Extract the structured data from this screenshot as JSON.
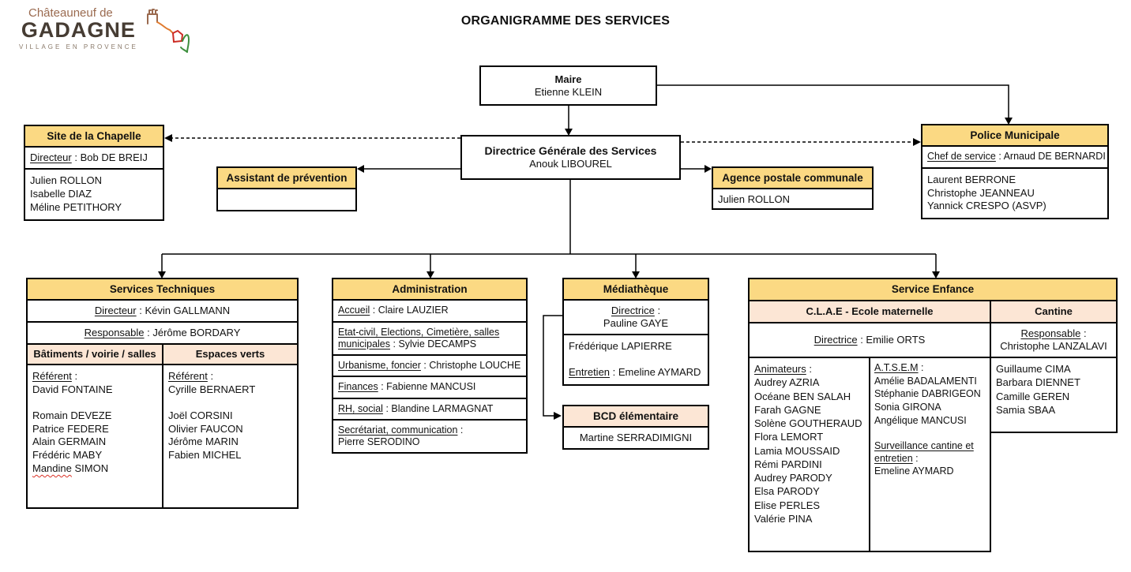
{
  "page": {
    "title": "ORGANIGRAMME DES SERVICES"
  },
  "ui": {
    "sep": " : ",
    "colon": " :"
  },
  "colors": {
    "header_yellow": "#fbd983",
    "header_peach": "#fce6d5",
    "border_black": "#000000",
    "logo_brown": "#9a6a4f",
    "logo_dark": "#463c33",
    "squiggle_red": "#d93025"
  },
  "logo": {
    "line1": "Châteauneuf de",
    "line2": "GADAGNE",
    "line3": "VILLAGE EN PROVENCE"
  },
  "boxes": {
    "maire": {
      "title": "Maire",
      "name": "Etienne KLEIN"
    },
    "dgs": {
      "title": "Directrice Générale des Services",
      "name": "Anouk LIBOUREL"
    },
    "chapelle": {
      "title": "Site de la Chapelle",
      "role_label": "Directeur",
      "role_name": "Bob DE BREIJ",
      "staff": [
        "Julien ROLLON",
        "Isabelle DIAZ",
        "Méline PETITHORY"
      ]
    },
    "assistant": {
      "title": "Assistant de prévention"
    },
    "agence": {
      "title": "Agence postale communale",
      "staff": [
        "Julien ROLLON"
      ]
    },
    "police": {
      "title": "Police Municipale",
      "role_label": "Chef de service",
      "role_name": "Arnaud DE BERNARDI",
      "staff": [
        "Laurent BERRONE",
        "Christophe JEANNEAU",
        "Yannick CRESPO (ASVP)"
      ]
    },
    "techniques": {
      "title": "Services Techniques",
      "director_label": "Directeur",
      "director_name": "Kévin GALLMANN",
      "manager_label": "Responsable",
      "manager_name": "Jérôme BORDARY",
      "columns": [
        {
          "header": "Bâtiments / voirie / salles",
          "referent_label": "Référent",
          "referent_name": "David FONTAINE",
          "staff": [
            "Romain DEVEZE",
            "Patrice FEDERE",
            "Alain GERMAIN",
            "Frédéric MABY"
          ],
          "staff_last_word": "Mandine",
          "staff_last_rest": "SIMON"
        },
        {
          "header": "Espaces verts",
          "referent_label": "Référent",
          "referent_name": "Cyrille BERNAERT",
          "staff": [
            "Joël CORSINI",
            "Olivier FAUCON",
            "Jérôme MARIN",
            "Fabien MICHEL"
          ]
        }
      ]
    },
    "administration": {
      "title": "Administration",
      "rows": [
        {
          "label": "Accueil",
          "name": "Claire LAUZIER"
        },
        {
          "label": "Etat-civil, Elections, Cimetière, salles municipales",
          "name": "Sylvie DECAMPS"
        },
        {
          "label": "Urbanisme, foncier",
          "name": "Christophe LOUCHE"
        },
        {
          "label": "Finances",
          "name": "Fabienne MANCUSI"
        },
        {
          "label": "RH, social",
          "name": "Blandine LARMAGNAT"
        },
        {
          "label": "Secrétariat, communication",
          "name": "Pierre SERODINO"
        }
      ]
    },
    "mediatheque": {
      "title": "Médiathèque",
      "director_label": "Directrice",
      "director_name": "Pauline GAYE",
      "staff": "Frédérique LAPIERRE",
      "entretien_label": "Entretien",
      "entretien_name": "Emeline AYMARD"
    },
    "bcd": {
      "title": "BCD élémentaire",
      "name": "Martine SERRADIMIGNI"
    },
    "enfance": {
      "title": "Service Enfance",
      "clae": {
        "header": "C.L.A.E - Ecole maternelle",
        "director_label": "Directrice",
        "director_name": "Emilie ORTS",
        "animateurs_label": "Animateurs",
        "animateurs": [
          "Audrey AZRIA",
          "Océane BEN SALAH",
          "Farah GAGNE",
          "Solène GOUTHERAUD",
          "Flora LEMORT",
          "Lamia MOUSSAID",
          "Rémi PARDINI",
          "Audrey PARODY",
          "Elsa PARODY",
          "Elise PERLES",
          "Valérie PINA"
        ],
        "atsem_label": "A.T.S.E.M",
        "atsem": [
          "Amélie BADALAMENTI",
          "Stéphanie DABRIGEON",
          "Sonia GIRONA",
          "Angélique MANCUSI"
        ],
        "surveillance_label": "Surveillance cantine et entretien",
        "surveillance_name": "Emeline AYMARD"
      },
      "cantine": {
        "header": "Cantine",
        "manager_label": "Responsable",
        "manager_name": "Christophe LANZALAVI",
        "staff": [
          "Guillaume CIMA",
          "Barbara DIENNET",
          "Camille GEREN",
          "Samia SBAA"
        ]
      }
    }
  }
}
